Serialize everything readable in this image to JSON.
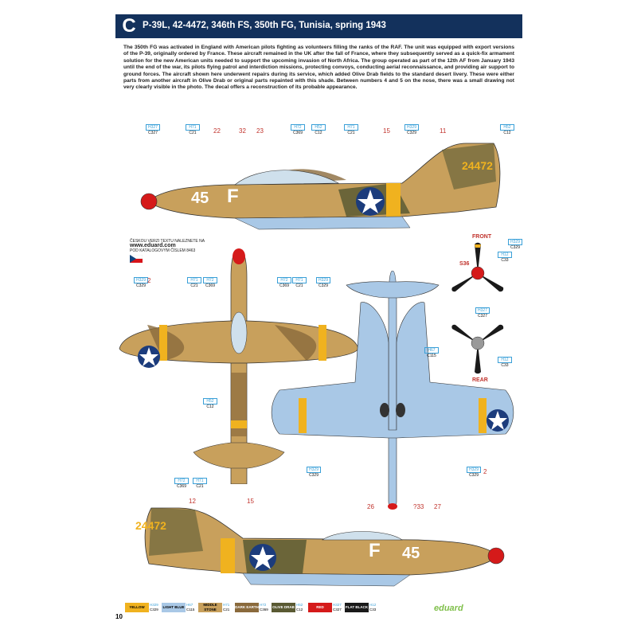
{
  "banner": {
    "letter": "C",
    "title": "P-39L, 42-4472, 346th FS, 350th FG, Tunisia, spring 1943"
  },
  "history_text": "The 350th FG was activated in England with American pilots fighting as volunteers filling the ranks of the RAF. The unit was equipped with export versions of the P-39, originally ordered by France. These aircraft remained in the UK after the fall of France, where they subsequently served as a quick-fix armament solution for the new American units needed to support the upcoming invasion of North Africa. The group operated as part of the 12th AF from January 1943 until the end of the war, its pilots flying patrol and interdiction missions, protecting convoys, conducting aerial reconnaissance, and providing air support to ground forces. The aircraft shown here underwent repairs during its service, which added Olive Drab fields to the standard desert livery. These were either parts from another aircraft in Olive Drab or original parts repainted with this shade. Between numbers 4 and 5 on the nose, there was a small drawing not very clearly visible in the photo. The decal offers a reconstruction of its probable appearance.",
  "czech_note": {
    "line1": "ČESKOU VERZI TEXTU NALEZNETE NA",
    "url": "www.eduard.com",
    "line2": "POD KATALOGOVÝM ČÍSLEM 8463"
  },
  "aircraft_markings": {
    "code": "45",
    "letter": "F",
    "tail_serial": "24472"
  },
  "top_profile": {
    "refs": [
      {
        "h": "H327",
        "c": "C327"
      },
      {
        "h": "H71",
        "c": "C21"
      },
      {
        "h": "H72",
        "c": "C369"
      },
      {
        "h": "H52",
        "c": "C12"
      },
      {
        "h": "H71",
        "c": "C21"
      },
      {
        "h": "H329",
        "c": "C329"
      },
      {
        "h": "H52",
        "c": "C12"
      }
    ],
    "numbers": [
      "22",
      "32",
      "23",
      "15",
      "11"
    ]
  },
  "top_view": {
    "refs": [
      {
        "h": "H329",
        "c": "C329"
      },
      {
        "h": "H71",
        "c": "C21"
      },
      {
        "h": "H72",
        "c": "C369"
      },
      {
        "h": "H72",
        "c": "C369"
      },
      {
        "h": "H71",
        "c": "C21"
      },
      {
        "h": "H329",
        "c": "C329"
      },
      {
        "h": "H52",
        "c": "C12"
      },
      {
        "h": "H72",
        "c": "C369"
      },
      {
        "h": "H71",
        "c": "C21"
      }
    ],
    "numbers": [
      "2"
    ]
  },
  "bottom_view": {
    "refs": [
      {
        "h": "H67",
        "c": "C115"
      },
      {
        "h": "H329",
        "c": "C329"
      },
      {
        "h": "H329",
        "c": "C329"
      }
    ],
    "numbers": [
      "2"
    ]
  },
  "propeller": {
    "front_label": "FRONT",
    "rear_label": "REAR",
    "spinner_label": "S36",
    "refs": [
      {
        "h": "H329",
        "c": "C329"
      },
      {
        "h": "H12",
        "c": "C33"
      },
      {
        "h": "H327",
        "c": "C327"
      },
      {
        "h": "H12",
        "c": "C33"
      }
    ]
  },
  "bottom_profile": {
    "numbers": [
      "12",
      "15",
      "26",
      "?33",
      "27"
    ]
  },
  "legend": [
    {
      "name": "YELLOW",
      "h": "H329",
      "c": "C329",
      "color": "#f0b21f"
    },
    {
      "name": "LIGHT BLUE",
      "h": "H67",
      "c": "C115",
      "color": "#a9c8e6"
    },
    {
      "name": "MIDDLE STONE",
      "h": "H71",
      "c": "C21",
      "color": "#c8a05c"
    },
    {
      "name": "DARK EARTH",
      "h": "H72",
      "c": "C369",
      "color": "#8a6a3c"
    },
    {
      "name": "OLIVE DRAB",
      "h": "H52",
      "c": "C12",
      "color": "#5a5a33"
    },
    {
      "name": "RED",
      "h": "H327",
      "c": "C327",
      "color": "#d51a1a"
    },
    {
      "name": "FLAT BLACK",
      "h": "H12",
      "c": "C33",
      "color": "#1a1a1a"
    }
  ],
  "page_number": "10",
  "brand": "eduard",
  "colors": {
    "banner_bg": "#13315c",
    "callout_red": "#c0322b",
    "humbrol_blue": "#3aa0d8"
  }
}
